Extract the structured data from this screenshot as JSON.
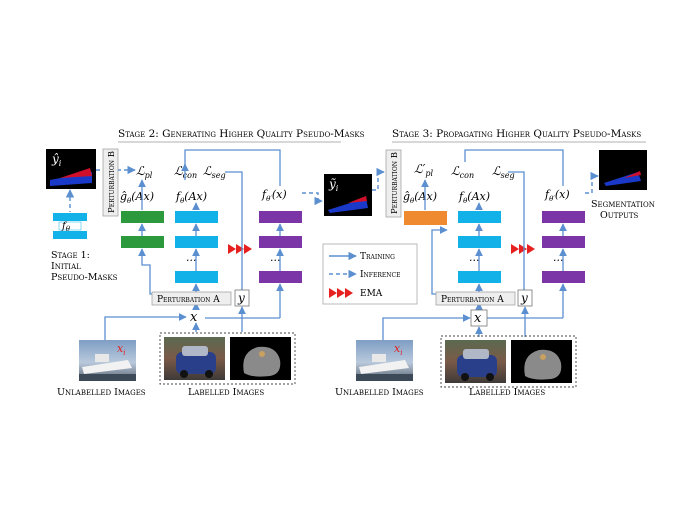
{
  "stage2": {
    "title": "Stage 2: Generating Higher Quality Pseudo-Masks"
  },
  "stage3": {
    "title": "Stage 3: Propagating Higher Quality Pseudo-Masks"
  },
  "stage1": {
    "label_1": "Stage 1:",
    "label_2": "Initial",
    "label_3": "Pseudo-Masks"
  },
  "labels": {
    "perturbation_a": "Perturbation A",
    "perturbation_b": "Perturbation B",
    "unlabelled_images": "Unlabelled Images",
    "labelled_images": "Labelled Images",
    "segmentation_outputs_1": "Segmentation",
    "segmentation_outputs_2": "Outputs"
  },
  "legend": {
    "training": "Training",
    "inference": "Inference",
    "ema": "EMA"
  },
  "math": {
    "y_hat_i": "ŷ",
    "y_tilde_i": "ỹ",
    "sub_i": "i",
    "f_theta": "f",
    "sub_theta": "θ",
    "sub_theta_prime": "θ′",
    "g_hat_ax": "ĝ",
    "ax": "(Ax)",
    "x_paren": "(x)",
    "L": "ℒ",
    "L_prime": "ℒ′",
    "sub_pl": "pl",
    "sub_con": "con",
    "sub_seg": "seg",
    "x": "x",
    "y": "y",
    "x_i": "x",
    "dots": "···"
  },
  "colors": {
    "blue_block": "#12b2e8",
    "green_block": "#2c9a3c",
    "purple_block": "#7b35a6",
    "orange_block": "#ef8a30",
    "arrow": "#5b8fcf",
    "ema_red": "#e5201f",
    "mask_blue": "#1b39c9",
    "mask_red": "#d0102a"
  }
}
